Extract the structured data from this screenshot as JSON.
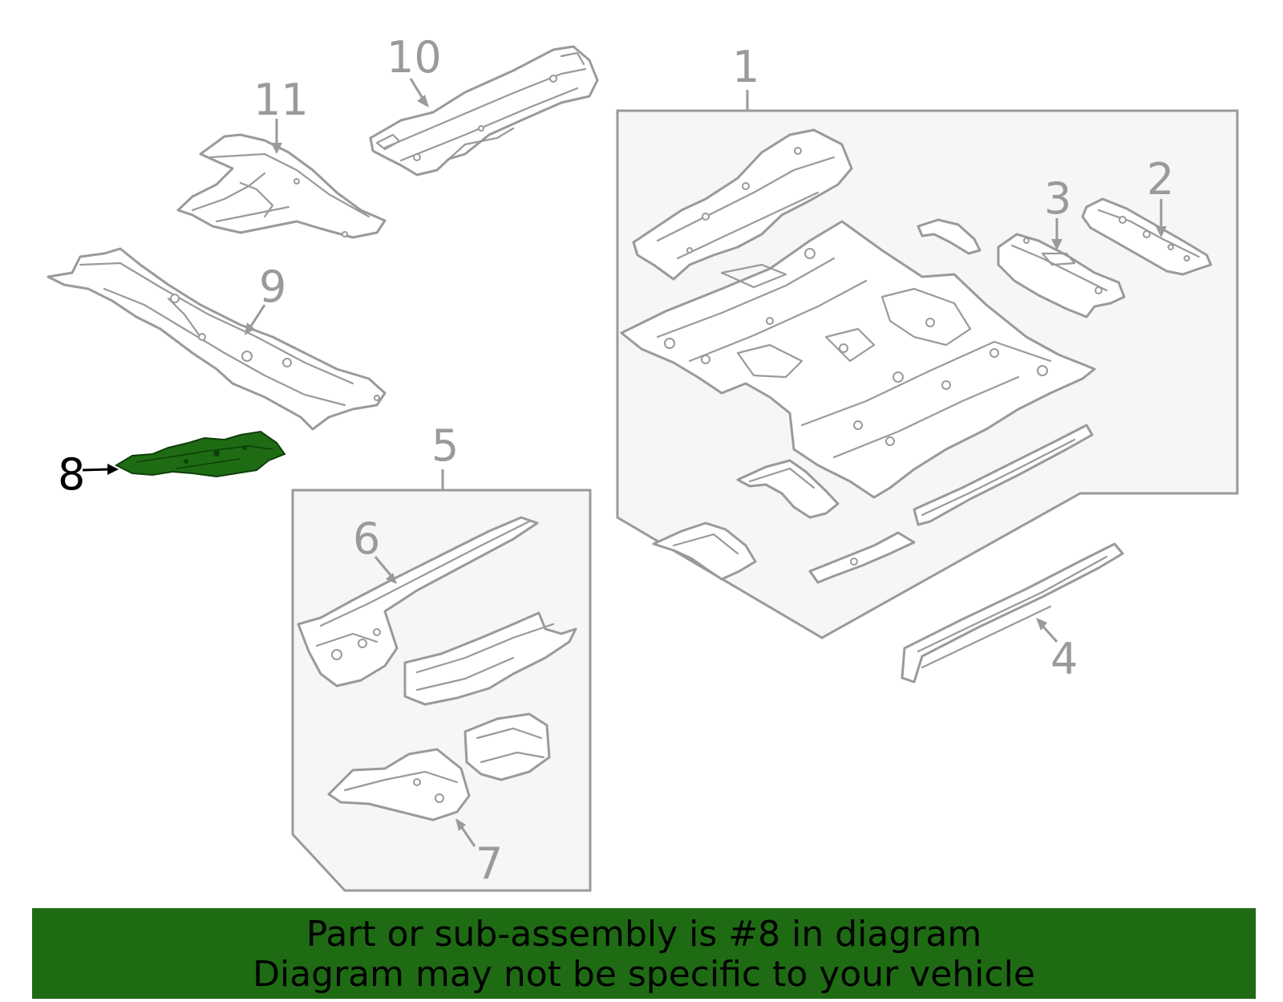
{
  "callouts": {
    "c1": "1",
    "c2": "2",
    "c3": "3",
    "c4": "4",
    "c5": "5",
    "c6": "6",
    "c7": "7",
    "c8": "8",
    "c9": "9",
    "c10": "10",
    "c11": "11"
  },
  "banner": {
    "line1": "Part or sub-assembly is #8 in diagram",
    "line2": "Diagram may not be specific to your vehicle"
  },
  "colors": {
    "highlight": "#1e6b14",
    "line": "#9a9a9a",
    "group_box": "#f6f6f6"
  }
}
